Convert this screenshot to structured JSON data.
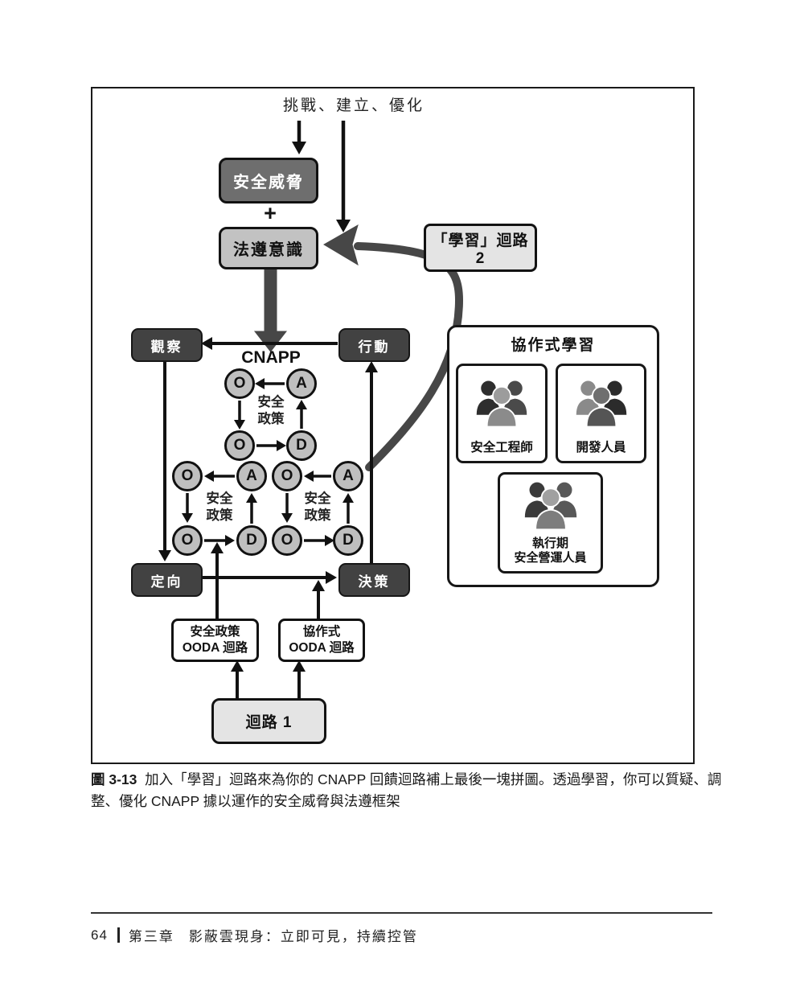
{
  "figure": {
    "top_annotation": "挑戰、建立、優化",
    "plus_sign": "+",
    "security_threats": "安全威脅",
    "compliance_awareness": "法遵意識",
    "learning_loop_2": "「學習」迴路 2",
    "cnapp_label": "CNAPP",
    "observe": "觀察",
    "act": "行動",
    "orient": "定向",
    "decide": "決策",
    "loops": [
      {
        "nodes": [
          "O",
          "A",
          "O",
          "D"
        ],
        "label_line1": "安全",
        "label_line2": "政策"
      },
      {
        "nodes": [
          "O",
          "A",
          "O",
          "D"
        ],
        "label_line1": "安全",
        "label_line2": "政策"
      },
      {
        "nodes": [
          "O",
          "A",
          "O",
          "D"
        ],
        "label_line1": "安全",
        "label_line2": "政策"
      }
    ],
    "policy_ooda_box": {
      "line1": "安全政策",
      "line2": "OODA 迴路"
    },
    "collab_ooda_box": {
      "line1": "協作式",
      "line2": "OODA 迴路"
    },
    "loop_1": "迴路 1",
    "collab_panel": {
      "title": "協作式學習",
      "members": [
        {
          "label_line1": "安全工程師",
          "label_line2": "",
          "icon": "people-group-icon"
        },
        {
          "label_line1": "開發人員",
          "label_line2": "",
          "icon": "people-group-icon"
        },
        {
          "label_line1": "執行期",
          "label_line2": "安全營運人員",
          "icon": "people-group-icon"
        }
      ]
    }
  },
  "caption": {
    "label": "圖 3-13",
    "text": "加入「學習」迴路來為你的 CNAPP 回饋迴路補上最後一塊拼圖。透過學習，你可以質疑、調整、優化 CNAPP 據以運作的安全威脅與法遵框架"
  },
  "footer": {
    "page_number": "64",
    "chapter": "第三章",
    "title": "影蔽雲現身：立即可見，持續控管"
  },
  "colors": {
    "dark_node": "#424242",
    "threat_box": "#6e6e6e",
    "compliance_box": "#c2c2c2",
    "light_box": "#e4e4e4",
    "circle_fill": "#bfbfbf",
    "learning_arrow": "#474747"
  }
}
